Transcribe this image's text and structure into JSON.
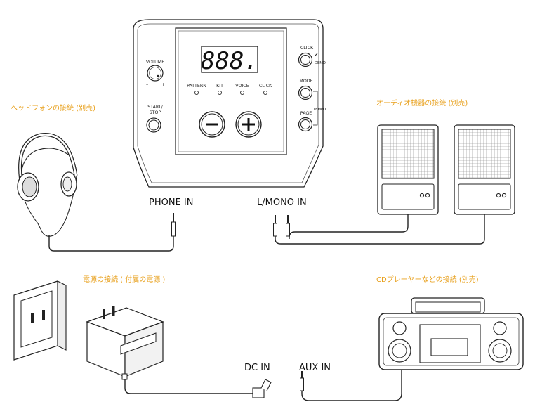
{
  "colors": {
    "title": "#e8a01c",
    "line": "#1a1a1a",
    "panel": "#ffffff"
  },
  "titles": {
    "headphones": "ヘッドフォンの接続 (別売)",
    "audio": "オーディオ機器の接続 (別売)",
    "power": "電源の接続 ( 付属の電源 )",
    "cd": "CDプレーヤーなどの接続 (別売)"
  },
  "jacks": {
    "phone": "PHONE IN",
    "mono": "L/MONO IN",
    "dc": "DC IN",
    "aux": "AUX IN"
  },
  "panel": {
    "display": "888.",
    "volume": "VOLUME",
    "vol_min": "–",
    "vol_max": "+",
    "start": "START/",
    "stop": "STOP",
    "leds": [
      "PATTERN",
      "KIT",
      "VOICE",
      "CLICK"
    ],
    "click": "CLICK",
    "demo": "DEMO",
    "mode": "MODE",
    "page": "PAGE",
    "tempo": "TEMPO"
  },
  "icons": {
    "minus": "minus-button-icon",
    "plus": "plus-button-icon",
    "headphones": "headphones-icon",
    "speakers": "speaker-icon",
    "outlet": "power-outlet-icon",
    "adapter": "ac-adapter-icon",
    "boombox": "cd-player-icon"
  }
}
